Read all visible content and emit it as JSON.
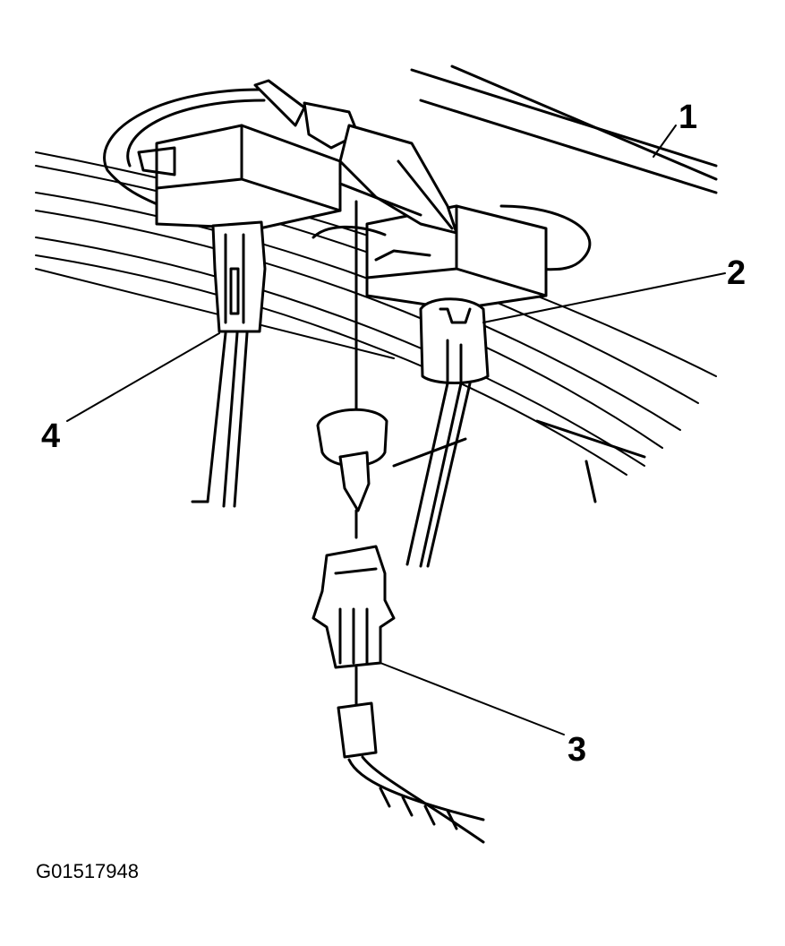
{
  "callouts": {
    "one": "1",
    "two": "2",
    "three": "3",
    "four": "4"
  },
  "figure_id": "G01517948",
  "colors": {
    "ink": "#000000",
    "paper": "#ffffff"
  }
}
